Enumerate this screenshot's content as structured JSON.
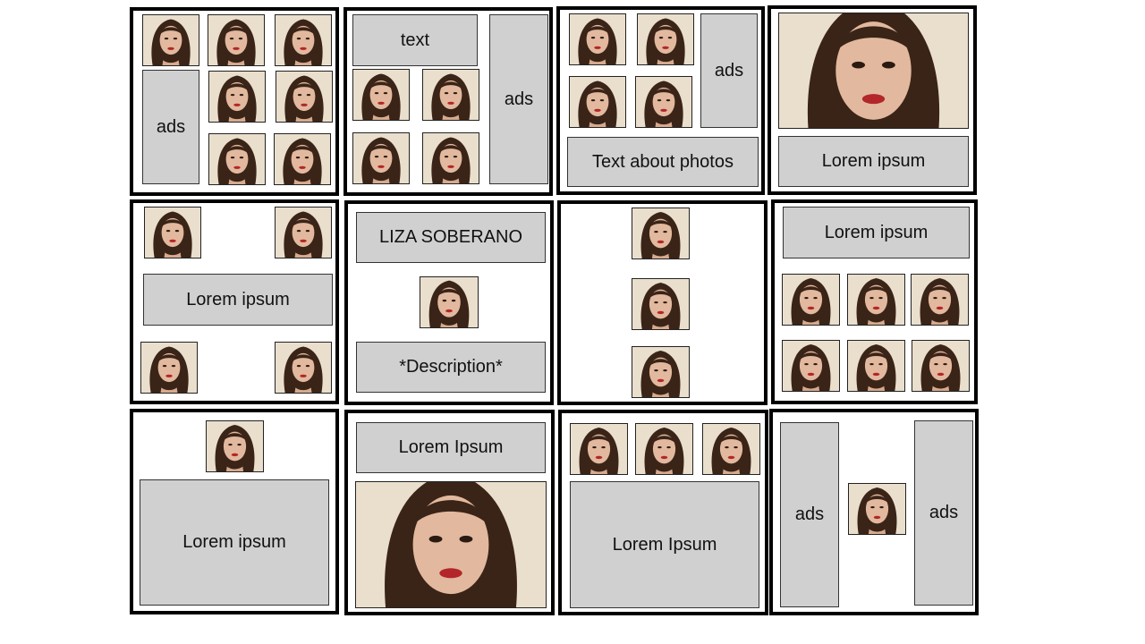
{
  "labels": {
    "text": "text",
    "ads": "ads",
    "text_about_photos": "Text about photos",
    "lorem_ipsum": "Lorem ipsum",
    "lorem_ipsum_cap": "Lorem Ipsum",
    "name": "LIZA SOBERANO",
    "description": "*Description*"
  },
  "photo_icon": "portrait-photo-icon",
  "colors": {
    "panel_border": "#000000",
    "placeholder_fill": "#d0d0d0",
    "photo_background": "#eadfcd",
    "hair": "#3a2418",
    "skin": "#e2b99e",
    "lips": "#b3262a"
  }
}
